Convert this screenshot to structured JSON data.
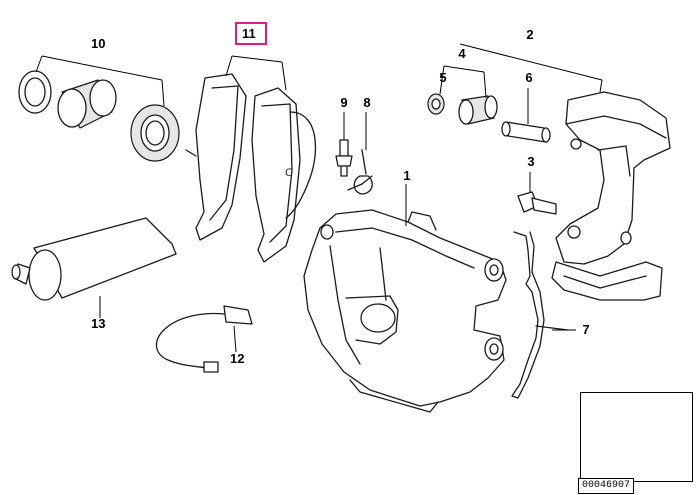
{
  "diagram": {
    "callouts": [
      {
        "id": "11",
        "label": "11",
        "highlighted": true
      },
      {
        "id": "10",
        "label": "10"
      },
      {
        "id": "9",
        "label": "9"
      },
      {
        "id": "8",
        "label": "8"
      },
      {
        "id": "1",
        "label": "1"
      },
      {
        "id": "2",
        "label": "2"
      },
      {
        "id": "4",
        "label": "4"
      },
      {
        "id": "5",
        "label": "5"
      },
      {
        "id": "6",
        "label": "6"
      },
      {
        "id": "3",
        "label": "3"
      },
      {
        "id": "7",
        "label": "7"
      },
      {
        "id": "12",
        "label": "12"
      },
      {
        "id": "13",
        "label": "13"
      }
    ],
    "highlight_color": "#e0198a",
    "reference_code": "00046907",
    "inset": {
      "icon": "car-location-icon"
    }
  }
}
